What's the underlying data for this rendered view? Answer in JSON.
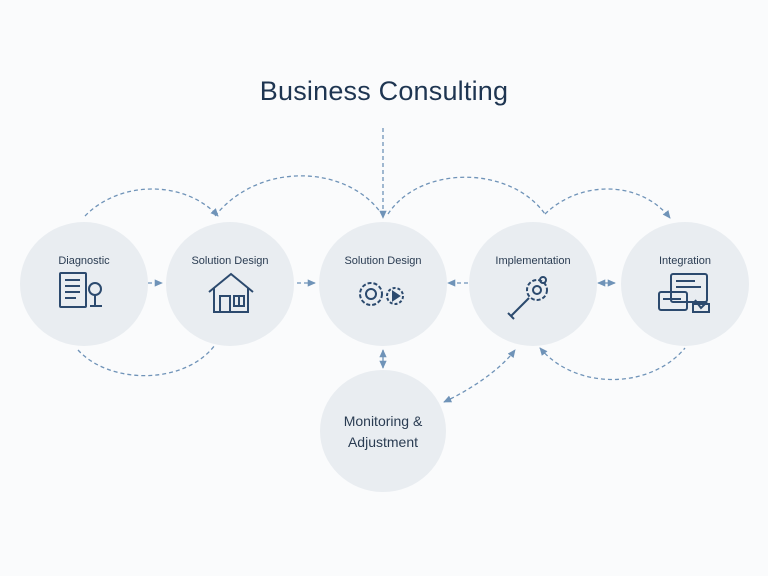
{
  "diagram": {
    "title": "Business Consulting",
    "nodes": [
      {
        "id": "diagnostic",
        "label": "Diagnostic",
        "icon": "checklist-magnifier-icon"
      },
      {
        "id": "solution-design",
        "label": "Solution Design",
        "icon": "house-icon"
      },
      {
        "id": "solution-design-2",
        "label": "Solution Design",
        "icon": "gears-icon"
      },
      {
        "id": "implementation",
        "label": "Implementation",
        "icon": "wrench-gear-icon"
      },
      {
        "id": "integration",
        "label": "Integration",
        "icon": "dashboard-screen-icon"
      },
      {
        "id": "monitoring",
        "label_line1": "Monitoring &",
        "label_line2": "Adjustment"
      }
    ],
    "colors": {
      "node_fill": "#e9edf1",
      "icon": "#2c4a6e",
      "arrow": "#6f93b8",
      "title": "#1e3551"
    }
  }
}
